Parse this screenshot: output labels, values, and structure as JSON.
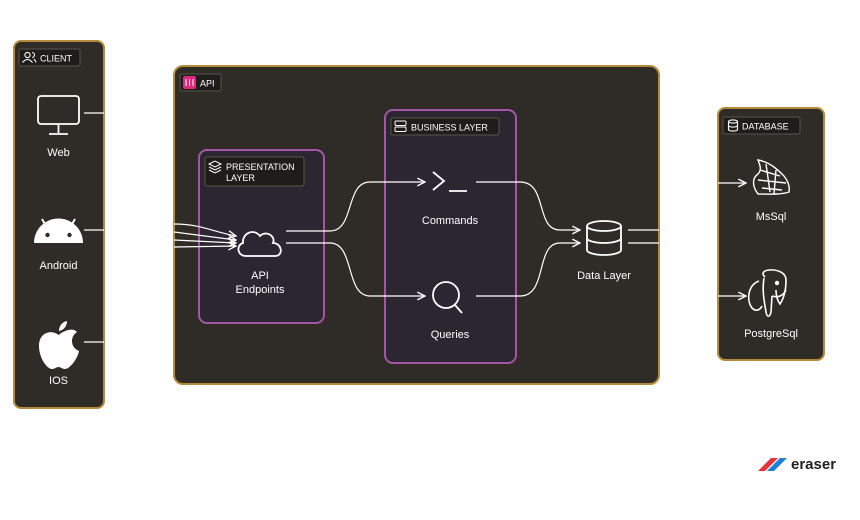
{
  "groups": {
    "client": {
      "label": "CLIENT",
      "icon": "users-icon"
    },
    "api": {
      "label": "API",
      "icon": "api-gateway-icon"
    },
    "presentation": {
      "label_line1": "PRESENTATION",
      "label_line2": "LAYER",
      "icon": "layers-icon"
    },
    "business": {
      "label": "BUSINESS LAYER",
      "icon": "server-icon"
    },
    "database": {
      "label": "DATABASE",
      "icon": "database-icon"
    }
  },
  "nodes": {
    "web": {
      "label": "Web",
      "icon": "monitor-icon"
    },
    "android": {
      "label": "Android",
      "icon": "android-icon"
    },
    "ios": {
      "label": "IOS",
      "icon": "apple-icon"
    },
    "api_endpoints": {
      "label_line1": "API",
      "label_line2": "Endpoints",
      "icon": "cloud-icon"
    },
    "commands": {
      "label": "Commands",
      "icon": "terminal-icon"
    },
    "queries": {
      "label": "Queries",
      "icon": "search-icon"
    },
    "data_layer": {
      "label": "Data Layer",
      "icon": "database-icon"
    },
    "mssql": {
      "label": "MsSql",
      "icon": "mssql-icon"
    },
    "postgresql": {
      "label": "PostgreSql",
      "icon": "postgresql-elephant-icon"
    }
  },
  "brand": {
    "name": "eraser",
    "logo": "eraser-logo-icon"
  },
  "colors": {
    "group_fill": "#2f2c27",
    "group_border": "#b58a3a",
    "inner_border": "#a356a8",
    "inner_fill": "#2b2630",
    "edge": "#ffffff",
    "badge_fill": "#1f1d1a",
    "brand_red": "#e8333a",
    "brand_blue": "#1f7fd6"
  }
}
